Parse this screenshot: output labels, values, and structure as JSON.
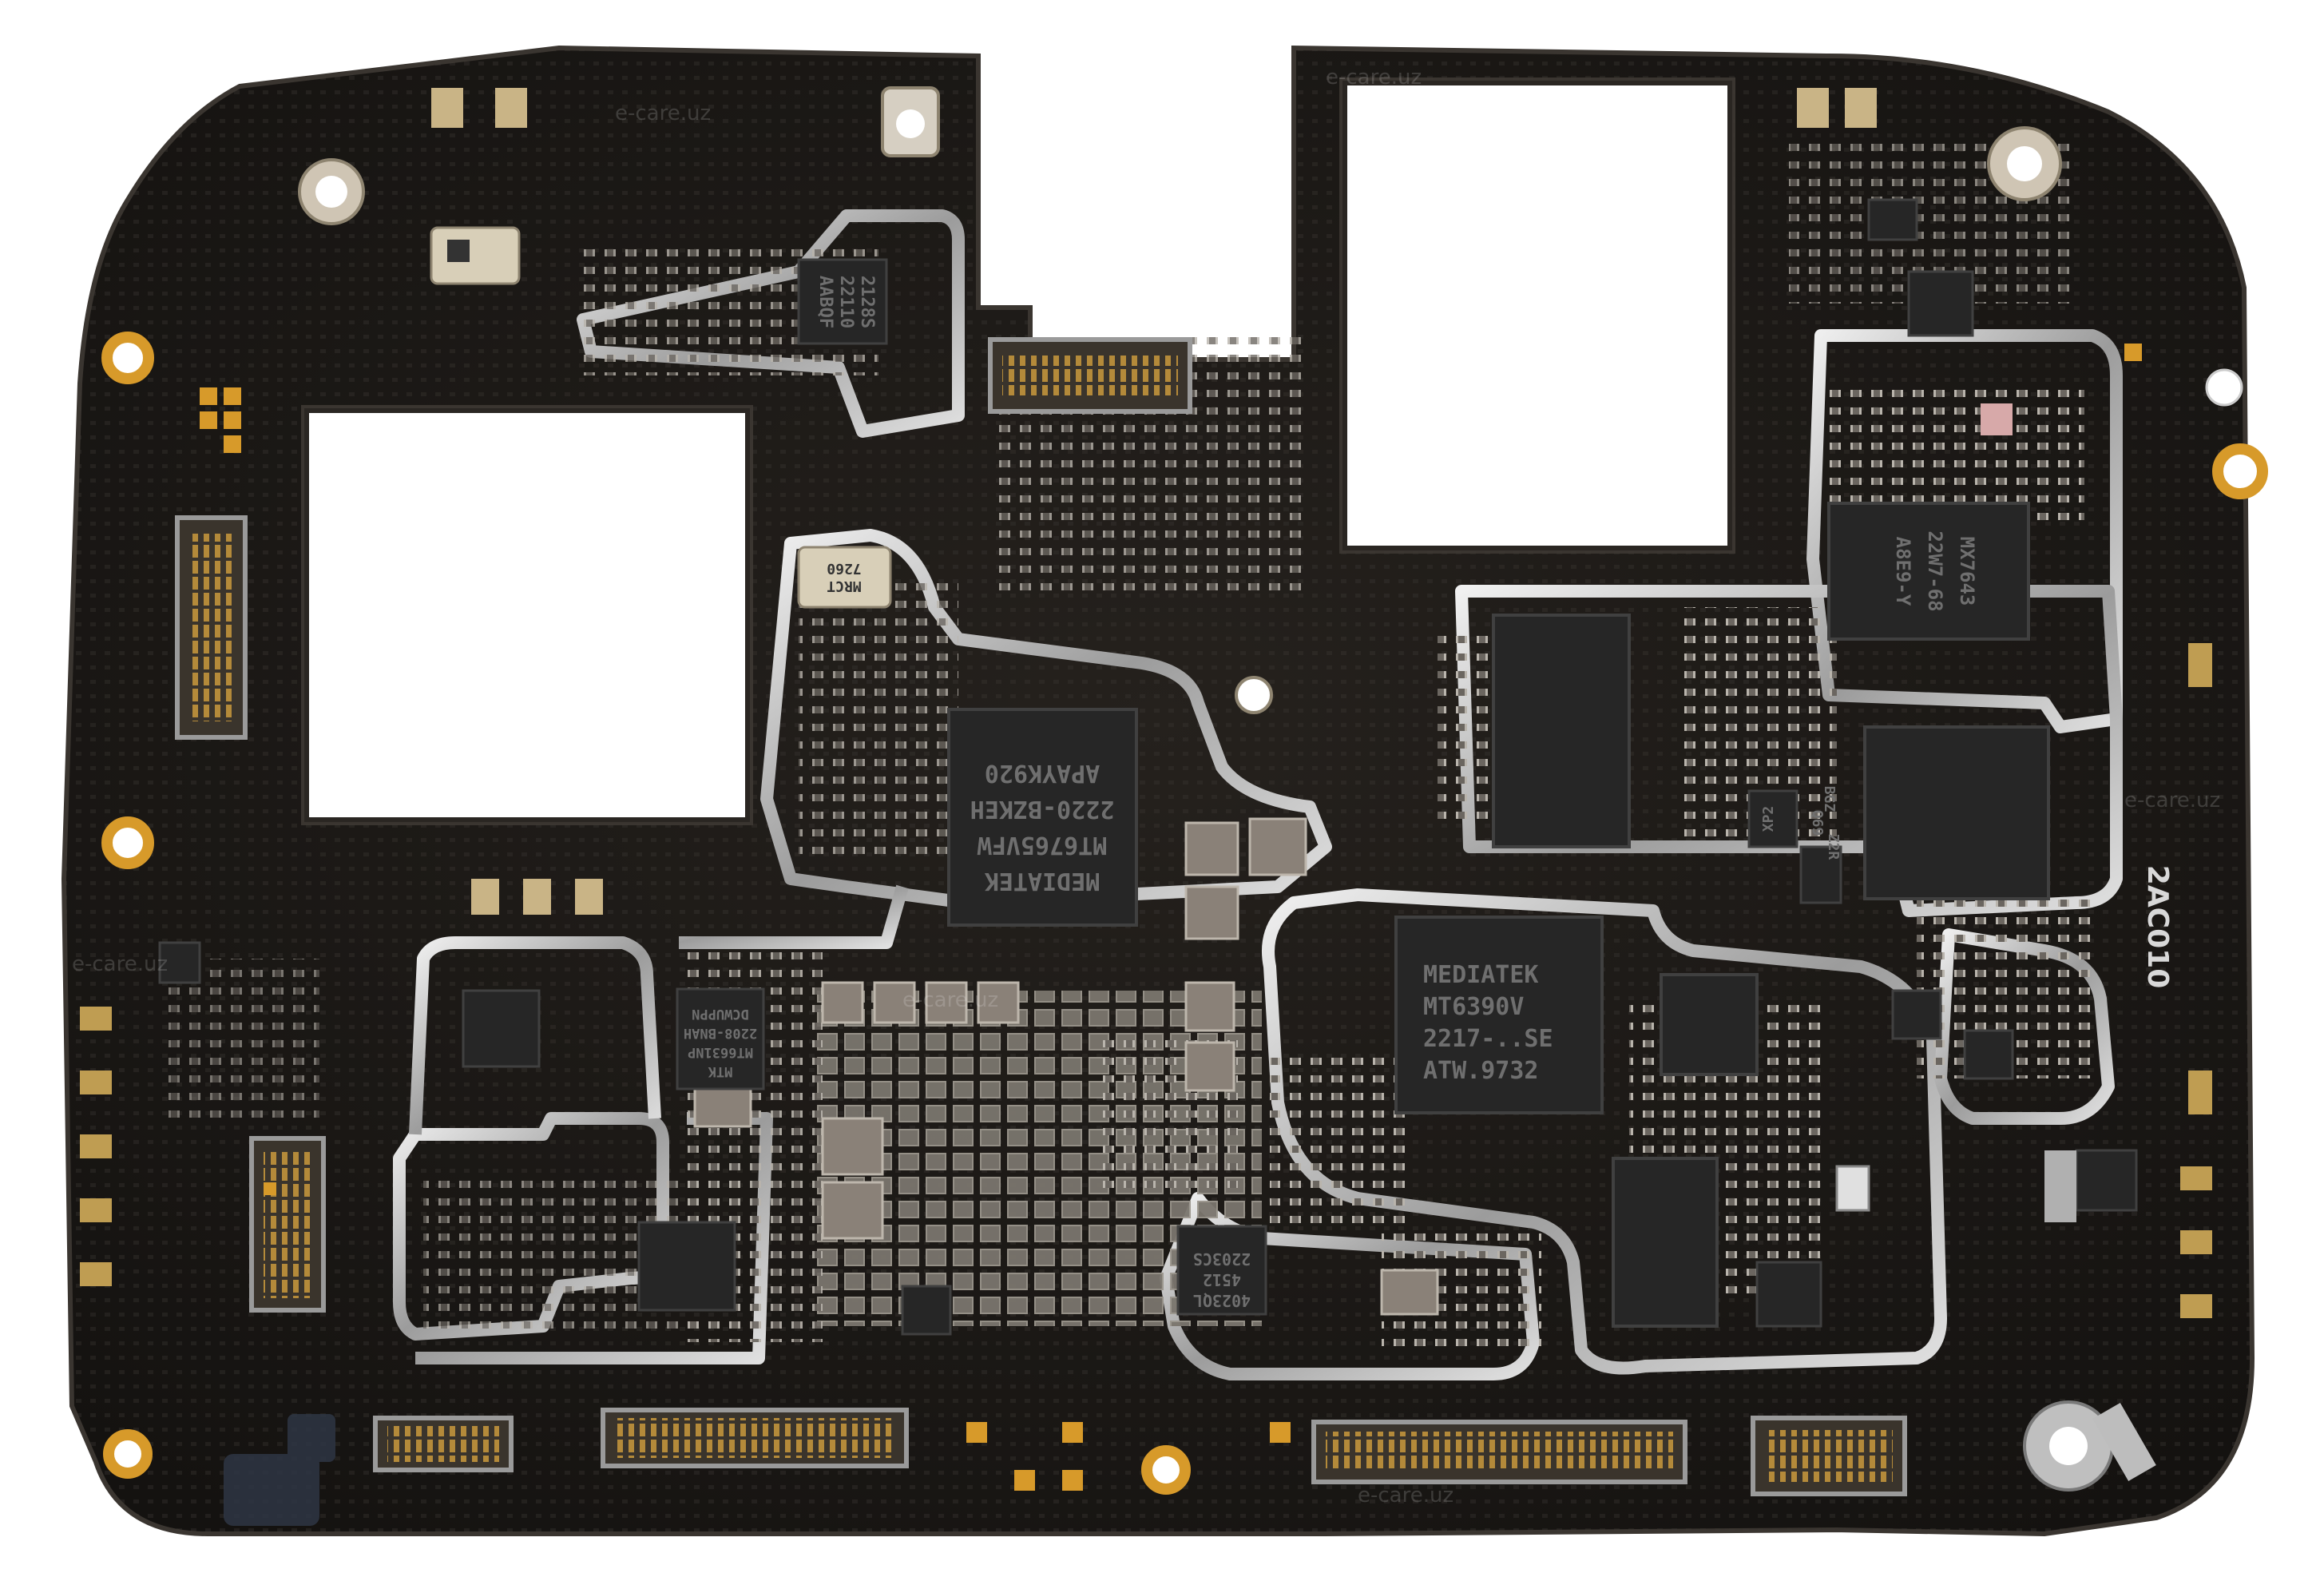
{
  "image": {
    "subject": "Smartphone main logic board (PCB), top view",
    "colors": {
      "background": "#ffffff",
      "board": "#1d1a17",
      "board_edge": "#2a2622",
      "shield": "#c9c9c9",
      "gold": "#d79a2a",
      "chip": "#2a2a2a",
      "chip_text": "#7a7a7a"
    }
  },
  "labels": {
    "cpu_line1": "MEDIATEK",
    "cpu_line2": "MT6765VFW",
    "cpu_line3": "2220-BZKEH",
    "cpu_line4": "APAYK920",
    "pmic_line1": "MEDIATEK",
    "pmic_line2": "MT6390V",
    "pmic_line3": "2217-..SE",
    "pmic_line4": "ATW.9732",
    "rf_line1": "MTK",
    "rf_line2": "MT6631NP",
    "rf_line3": "2208-BNAH",
    "rf_line4": "DCWUPPN",
    "crystal_line1": "MRCT",
    "crystal_line2": "7260",
    "amp_line1": "4023QL",
    "amp_line2": "4512",
    "amp_line3": "2203CS",
    "mem_line1": "MX7643",
    "mem_line2": "22W7-68",
    "mem_line3": "A8E9-Y",
    "chip_top_line1": "2128S",
    "chip_top_line2": "22110",
    "chip_top_line3": "AABQF",
    "mini_chip_1": "XP2",
    "mini_chip_2": "BGZ",
    "mini_chip_3": "Q69",
    "mini_chip_4": "Z2R",
    "silkscreen": "2AC010",
    "watermark_1": "e-care.uz",
    "watermark_2": "e-care.uz",
    "watermark_3": "e-care.uz",
    "watermark_4": "e-care.uz",
    "watermark_5": "e-care.uz",
    "watermark_6": "e-care.uz"
  }
}
